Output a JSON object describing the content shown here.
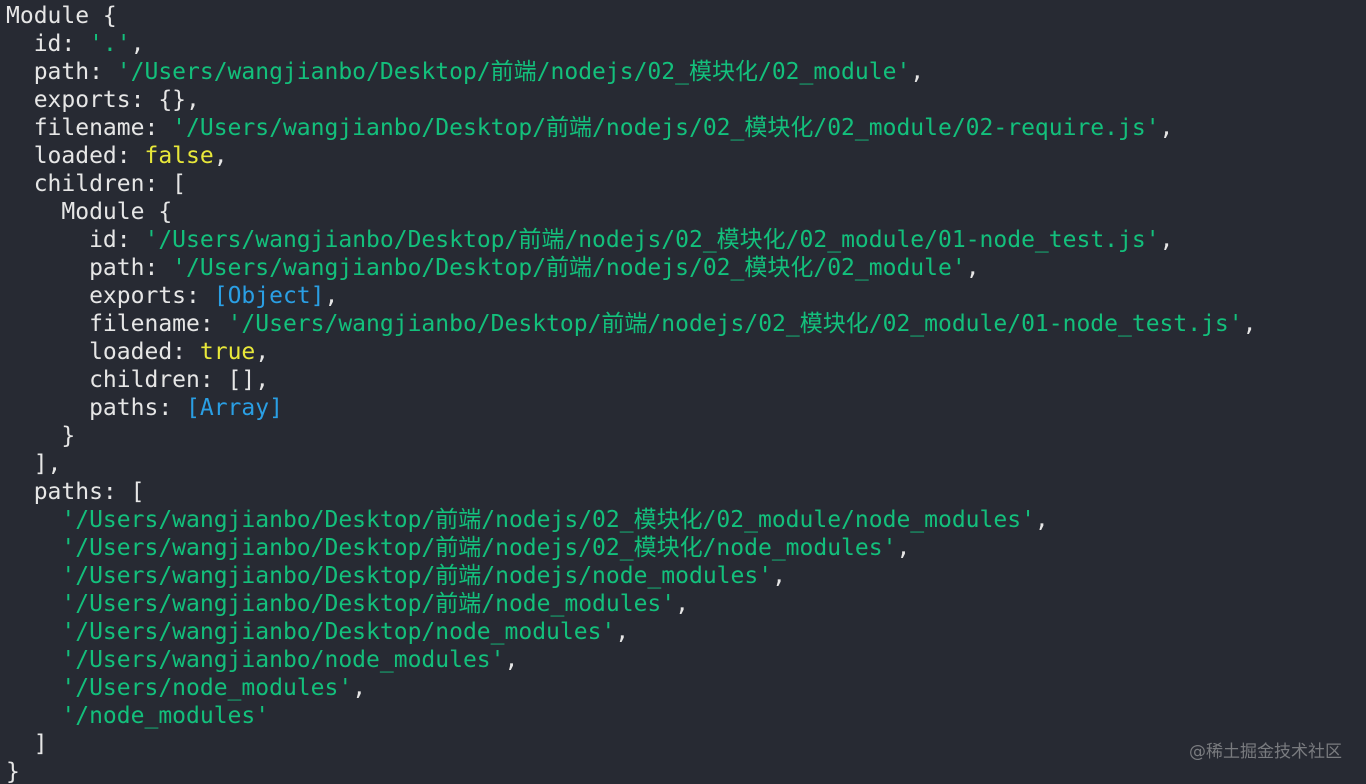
{
  "theme": {
    "background": "#272a33",
    "text_color": "#e6e6e6",
    "string_color": "#13c07c",
    "boolean_color": "#e8e83a",
    "special_color": "#2a9fe4"
  },
  "lines": [
    [
      {
        "t": "Module {",
        "c": "plain"
      }
    ],
    [
      {
        "t": "  id: ",
        "c": "plain"
      },
      {
        "t": "'.'",
        "c": "str"
      },
      {
        "t": ",",
        "c": "plain"
      }
    ],
    [
      {
        "t": "  path: ",
        "c": "plain"
      },
      {
        "t": "'/Users/wangjianbo/Desktop/前端/nodejs/02_模块化/02_module'",
        "c": "str"
      },
      {
        "t": ",",
        "c": "plain"
      }
    ],
    [
      {
        "t": "  exports: {},",
        "c": "plain"
      }
    ],
    [
      {
        "t": "  filename: ",
        "c": "plain"
      },
      {
        "t": "'/Users/wangjianbo/Desktop/前端/nodejs/02_模块化/02_module/02-require.js'",
        "c": "str"
      },
      {
        "t": ",",
        "c": "plain"
      }
    ],
    [
      {
        "t": "  loaded: ",
        "c": "plain"
      },
      {
        "t": "false",
        "c": "bool"
      },
      {
        "t": ",",
        "c": "plain"
      }
    ],
    [
      {
        "t": "  children: [",
        "c": "plain"
      }
    ],
    [
      {
        "t": "    Module {",
        "c": "plain"
      }
    ],
    [
      {
        "t": "      id: ",
        "c": "plain"
      },
      {
        "t": "'/Users/wangjianbo/Desktop/前端/nodejs/02_模块化/02_module/01-node_test.js'",
        "c": "str"
      },
      {
        "t": ",",
        "c": "plain"
      }
    ],
    [
      {
        "t": "      path: ",
        "c": "plain"
      },
      {
        "t": "'/Users/wangjianbo/Desktop/前端/nodejs/02_模块化/02_module'",
        "c": "str"
      },
      {
        "t": ",",
        "c": "plain"
      }
    ],
    [
      {
        "t": "      exports: ",
        "c": "plain"
      },
      {
        "t": "[Object]",
        "c": "special"
      },
      {
        "t": ",",
        "c": "plain"
      }
    ],
    [
      {
        "t": "      filename: ",
        "c": "plain"
      },
      {
        "t": "'/Users/wangjianbo/Desktop/前端/nodejs/02_模块化/02_module/01-node_test.js'",
        "c": "str"
      },
      {
        "t": ",",
        "c": "plain"
      }
    ],
    [
      {
        "t": "      loaded: ",
        "c": "plain"
      },
      {
        "t": "true",
        "c": "bool"
      },
      {
        "t": ",",
        "c": "plain"
      }
    ],
    [
      {
        "t": "      children: [],",
        "c": "plain"
      }
    ],
    [
      {
        "t": "      paths: ",
        "c": "plain"
      },
      {
        "t": "[Array]",
        "c": "special"
      }
    ],
    [
      {
        "t": "    }",
        "c": "plain"
      }
    ],
    [
      {
        "t": "  ],",
        "c": "plain"
      }
    ],
    [
      {
        "t": "  paths: [",
        "c": "plain"
      }
    ],
    [
      {
        "t": "    ",
        "c": "plain"
      },
      {
        "t": "'/Users/wangjianbo/Desktop/前端/nodejs/02_模块化/02_module/node_modules'",
        "c": "str"
      },
      {
        "t": ",",
        "c": "plain"
      }
    ],
    [
      {
        "t": "    ",
        "c": "plain"
      },
      {
        "t": "'/Users/wangjianbo/Desktop/前端/nodejs/02_模块化/node_modules'",
        "c": "str"
      },
      {
        "t": ",",
        "c": "plain"
      }
    ],
    [
      {
        "t": "    ",
        "c": "plain"
      },
      {
        "t": "'/Users/wangjianbo/Desktop/前端/nodejs/node_modules'",
        "c": "str"
      },
      {
        "t": ",",
        "c": "plain"
      }
    ],
    [
      {
        "t": "    ",
        "c": "plain"
      },
      {
        "t": "'/Users/wangjianbo/Desktop/前端/node_modules'",
        "c": "str"
      },
      {
        "t": ",",
        "c": "plain"
      }
    ],
    [
      {
        "t": "    ",
        "c": "plain"
      },
      {
        "t": "'/Users/wangjianbo/Desktop/node_modules'",
        "c": "str"
      },
      {
        "t": ",",
        "c": "plain"
      }
    ],
    [
      {
        "t": "    ",
        "c": "plain"
      },
      {
        "t": "'/Users/wangjianbo/node_modules'",
        "c": "str"
      },
      {
        "t": ",",
        "c": "plain"
      }
    ],
    [
      {
        "t": "    ",
        "c": "plain"
      },
      {
        "t": "'/Users/node_modules'",
        "c": "str"
      },
      {
        "t": ",",
        "c": "plain"
      }
    ],
    [
      {
        "t": "    ",
        "c": "plain"
      },
      {
        "t": "'/node_modules'",
        "c": "str"
      }
    ],
    [
      {
        "t": "  ]",
        "c": "plain"
      }
    ],
    [
      {
        "t": "}",
        "c": "plain"
      }
    ]
  ],
  "watermark": "@稀土掘金技术社区"
}
